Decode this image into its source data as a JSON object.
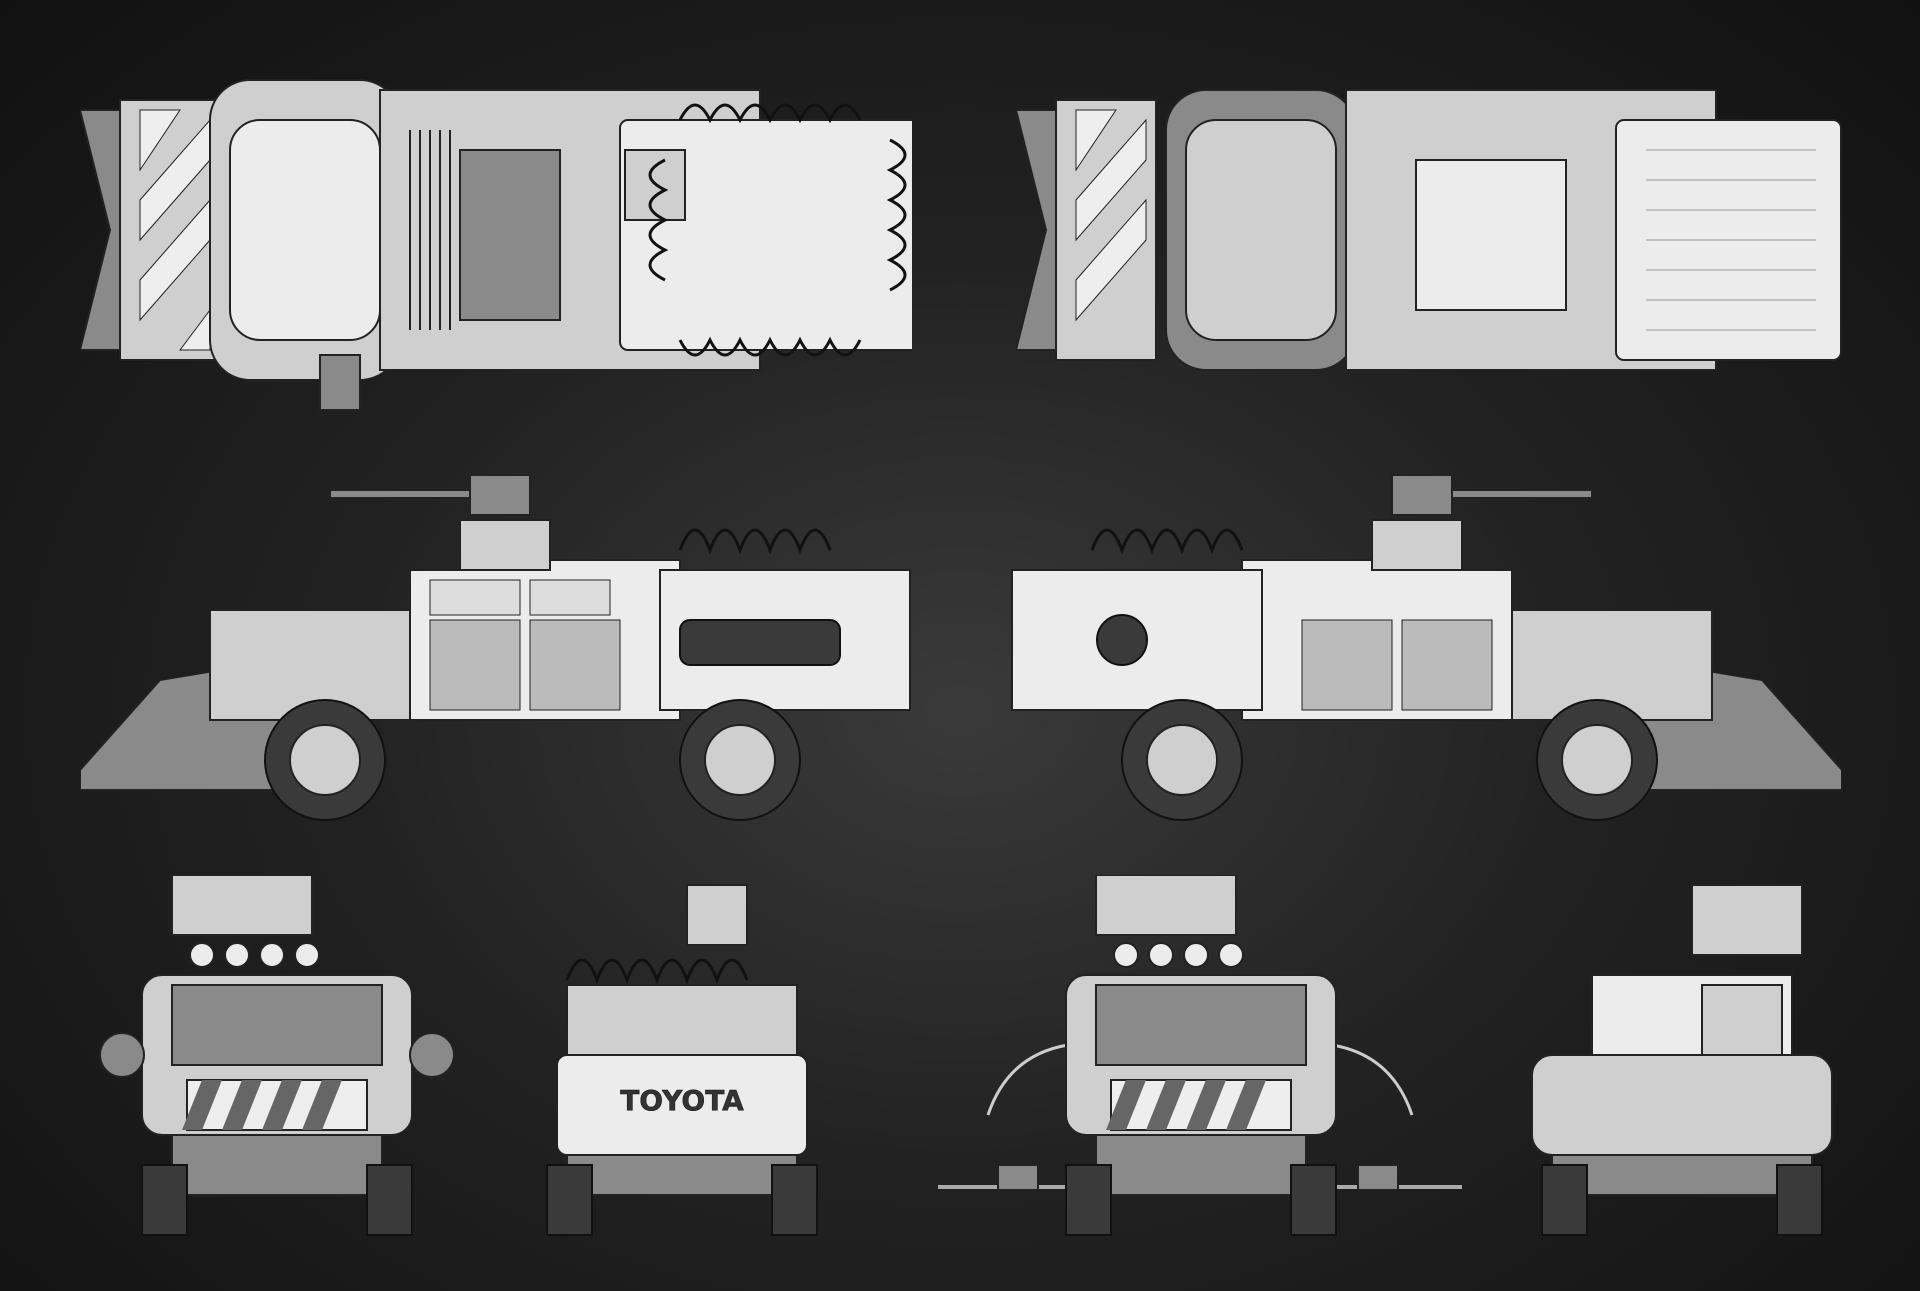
{
  "artwork": {
    "views": [
      "top-armed",
      "top-unarmed",
      "side-left",
      "side-right",
      "front",
      "rear",
      "front-deployed",
      "rear-open"
    ],
    "tailgate_text": "TOYOTA",
    "colors": {
      "background": "#1c1c1c",
      "body": "#cfcfcf",
      "dark": "#8a8a8a",
      "light": "#ececec",
      "outline": "#222222"
    }
  }
}
